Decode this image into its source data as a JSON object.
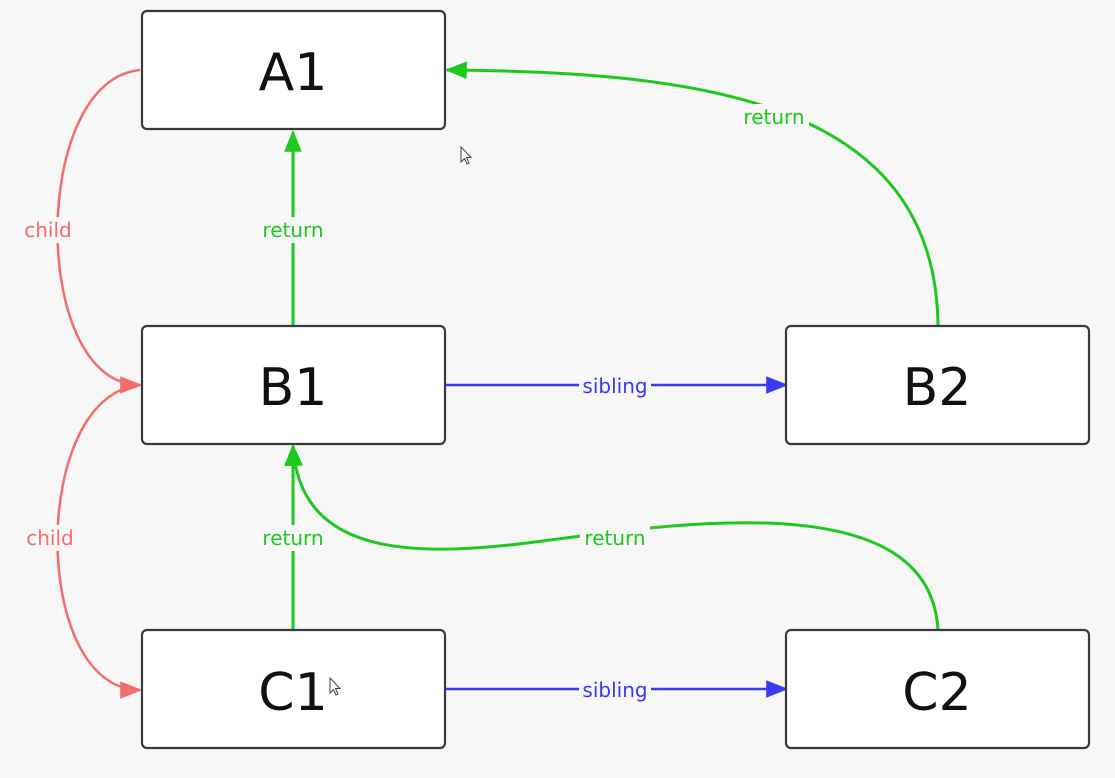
{
  "colors": {
    "return": "#1ec81e",
    "child": "#f26d6d",
    "sibling": "#3a3af2",
    "node_border": "#3a3a3a",
    "background": "#f7f7f7"
  },
  "nodes": {
    "A1": "A1",
    "B1": "B1",
    "B2": "B2",
    "C1": "C1",
    "C2": "C2"
  },
  "edges": {
    "child_a1_b1": "child",
    "child_b1_c1": "child",
    "return_b1_a1": "return",
    "return_b2_a1": "return",
    "return_c1_b1": "return",
    "return_c2_b1": "return",
    "sibling_b1_b2": "sibling",
    "sibling_c1_c2": "sibling"
  },
  "icons": [
    "mouse-cursor-icon"
  ]
}
